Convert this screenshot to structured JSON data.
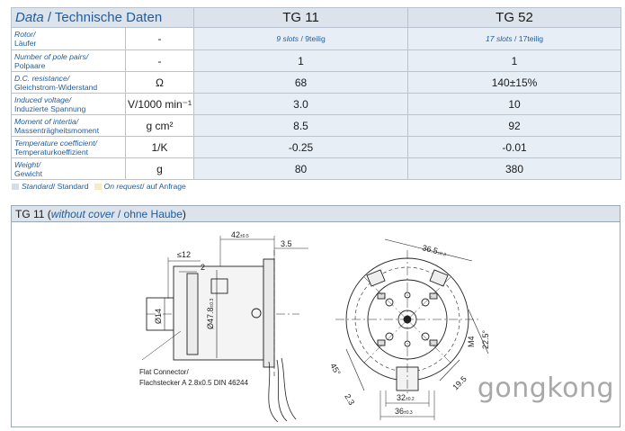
{
  "table": {
    "title_en": "Data",
    "title_sep": " / ",
    "title_de": "Technische Daten",
    "col1": "TG 11",
    "col2": "TG 52",
    "rows": [
      {
        "en": "Rotor/",
        "de": "Läufer",
        "unit": "-",
        "v1_a": "9 slots",
        "v1_sep": " / ",
        "v1_b": "9teilig",
        "v2_a": "17 slots",
        "v2_sep": " / ",
        "v2_b": "17teilig"
      },
      {
        "en": "Number of pole pairs/",
        "de": "Polpaare",
        "unit": "-",
        "v1": "1",
        "v2": "1"
      },
      {
        "en": "D.C. resistance/",
        "de": "Gleichstrom-Widerstand",
        "unit": "Ω",
        "v1": "68",
        "v2": "140±15%"
      },
      {
        "en": "Induced voltage/",
        "de": "Induzierte Spannung",
        "unit": "V/1000 min⁻¹",
        "v1": "3.0",
        "v2": "10"
      },
      {
        "en": "Moment of intertia/",
        "de": "Massenträgheitsmoment",
        "unit": "g cm²",
        "v1": "8.5",
        "v2": "92"
      },
      {
        "en": "Temperature coefficient/",
        "de": "Temperaturkoeffizient",
        "unit": "1/K",
        "v1": "-0.25",
        "v2": "-0.01"
      },
      {
        "en": "Weight/",
        "de": "Gewicht",
        "unit": "g",
        "v1": "80",
        "v2": "380"
      }
    ]
  },
  "legend": {
    "standard_en": "Standard",
    "standard_de": " / Standard",
    "request_en": "On request",
    "request_de": " / auf Anfrage"
  },
  "panel": {
    "title_a": "TG 11 (",
    "title_en": "without cover",
    "title_sep": " / ",
    "title_de": "ohne Haube",
    "title_end": ")"
  },
  "drawing": {
    "dim_42": "42",
    "dim_42_tol": "±0.5",
    "dim_3_5": "3.5",
    "dim_le12": "≤12",
    "dim_2": "2",
    "dim_d14": "Ø14",
    "dim_d47": "Ø47.8",
    "dim_d47_tol": "±0.3",
    "note1": "Flat Connector/",
    "note2": "Flachstecker A 2.8x0.5  DIN 46244",
    "dim_36_5": "36.5",
    "dim_36_5_tol": "±0.3",
    "dim_m4": "M4",
    "dim_22_5": "22.5°",
    "dim_45": "45°",
    "dim_2_3": "2.3",
    "dim_19_5": "19.5",
    "dim_32": "32",
    "dim_32_tol": "±0.2",
    "dim_36": "36",
    "dim_36_tol": "±0.3"
  },
  "watermark": "gongkong"
}
